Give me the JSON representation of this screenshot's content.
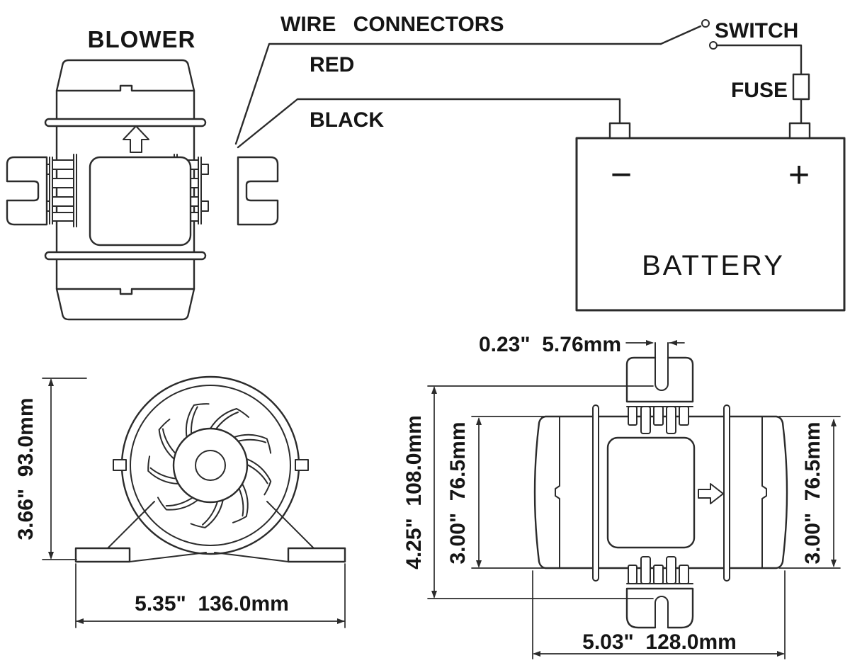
{
  "colors": {
    "line_color": "#2b2b2b",
    "text_color": "#151515",
    "background": "#ffffff"
  },
  "wiring_diagram": {
    "blower_label": "BLOWER",
    "wire_connectors_label": "WIRE CONNECTORS",
    "red_wire_label": "RED",
    "black_wire_label": "BLACK",
    "switch_label": "SWITCH",
    "fuse_label": "FUSE",
    "battery_label": "BATTERY",
    "battery_negative_symbol": "−",
    "battery_positive_symbol": "+"
  },
  "front_view_dimensions": {
    "height": "3.66\"  93.0mm",
    "width": "5.35\"  136.0mm"
  },
  "side_view_dimensions": {
    "slot_width": "0.23\"  5.76mm",
    "overall_height": "4.25\"  108.0mm",
    "duct_diameter_left": "3.00\"  76.5mm",
    "duct_diameter_right": "3.00\"  76.5mm",
    "overall_length": "5.03\"  128.0mm"
  }
}
